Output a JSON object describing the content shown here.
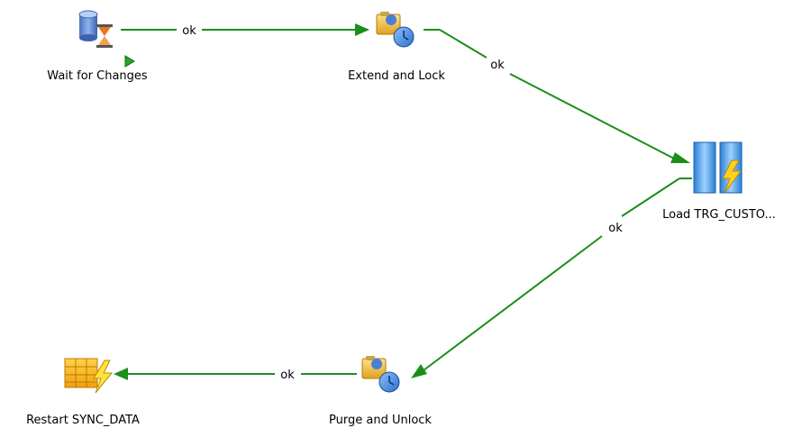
{
  "diagram": {
    "nodes": {
      "wait": {
        "label": "Wait for Changes",
        "icon": "database-hourglass-icon"
      },
      "extend": {
        "label": "Extend and Lock",
        "icon": "folder-clock-icon"
      },
      "load": {
        "label": "Load TRG_CUSTO...",
        "icon": "interface-lightning-icon"
      },
      "purge": {
        "label": "Purge and Unlock",
        "icon": "folder-clock-icon"
      },
      "restart": {
        "label": "Restart SYNC_DATA",
        "icon": "table-lightning-icon"
      }
    },
    "edges": [
      {
        "from": "Wait for Changes",
        "to": "Extend and Lock",
        "label": "ok"
      },
      {
        "from": "Extend and Lock",
        "to": "Load TRG_CUSTO...",
        "label": "ok"
      },
      {
        "from": "Load TRG_CUSTO...",
        "to": "Purge and Unlock",
        "label": "ok"
      },
      {
        "from": "Purge and Unlock",
        "to": "Restart SYNC_DATA",
        "label": "ok"
      }
    ]
  },
  "colors": {
    "edge": "#1a8f1a",
    "start_marker": "#22aa22"
  }
}
